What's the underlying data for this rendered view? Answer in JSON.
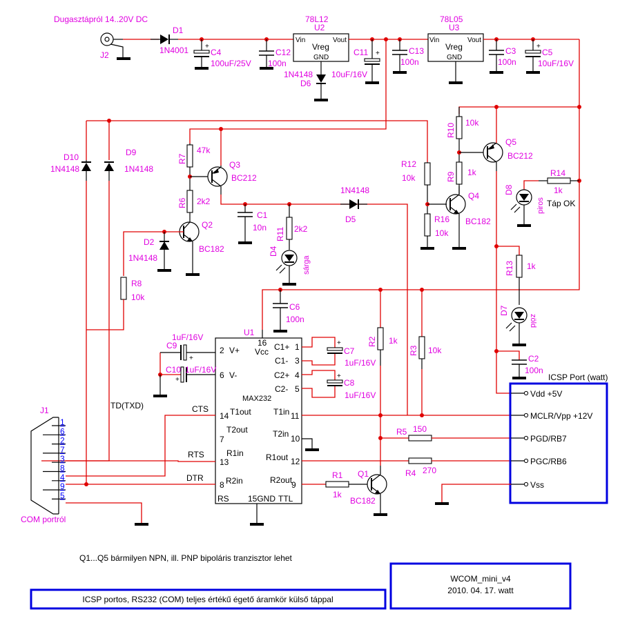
{
  "title": "ICSP portos, RS232 (COM) teljes értékű égető áramkör külső táppal",
  "title_block": {
    "name": "WCOM_mini_v4",
    "date_author": "2010. 04. 17. watt"
  },
  "note": "Q1...Q5 bármilyen NPN, ill. PNP bipoláris tranzisztor lehet",
  "power_input": {
    "label": "Dugasztápról 14..20V DC",
    "connector": "J2"
  },
  "colors": {
    "wire": "#e00000",
    "label": "#e000e0",
    "frame": "#0000e0",
    "pin_number": "#0000ff"
  },
  "components": {
    "D1": {
      "ref": "D1",
      "value": "1N4001"
    },
    "C4": {
      "ref": "C4",
      "value": "100uF/25V"
    },
    "C12": {
      "ref": "C12",
      "value": "100n"
    },
    "U2": {
      "ref": "U2",
      "value": "78L12",
      "pins": [
        "Vin",
        "Vreg",
        "GND",
        "Vout"
      ]
    },
    "D6": {
      "ref": "D6",
      "value": "1N4148"
    },
    "C11": {
      "ref": "C11",
      "value": "10uF/16V"
    },
    "C13": {
      "ref": "C13",
      "value": "100n"
    },
    "U3": {
      "ref": "U3",
      "value": "78L05",
      "pins": [
        "Vin",
        "Vreg",
        "GND",
        "Vout"
      ]
    },
    "C3": {
      "ref": "C3",
      "value": "100n"
    },
    "C5": {
      "ref": "C5",
      "value": "10uF/16V"
    },
    "D10": {
      "ref": "D10",
      "value": "1N4148"
    },
    "D9": {
      "ref": "D9",
      "value": "1N4148"
    },
    "R7": {
      "ref": "R7",
      "value": "47k"
    },
    "Q3": {
      "ref": "Q3",
      "value": "BC212"
    },
    "R6": {
      "ref": "R6",
      "value": "2k2"
    },
    "Q2": {
      "ref": "Q2",
      "value": "BC182"
    },
    "D2": {
      "ref": "D2",
      "value": "1N4148"
    },
    "R8": {
      "ref": "R8",
      "value": "10k"
    },
    "C1": {
      "ref": "C1",
      "value": "10n"
    },
    "R11": {
      "ref": "R11",
      "value": "2k2"
    },
    "D4": {
      "ref": "D4",
      "value": "sárga"
    },
    "D5": {
      "ref": "D5",
      "value": "1N4148"
    },
    "R12": {
      "ref": "R12",
      "value": "10k"
    },
    "R16": {
      "ref": "R16",
      "value": "10k"
    },
    "R10": {
      "ref": "R10",
      "value": "10k"
    },
    "R9": {
      "ref": "R9",
      "value": "1k"
    },
    "Q4": {
      "ref": "Q4",
      "value": "BC182"
    },
    "Q5": {
      "ref": "Q5",
      "value": "BC212"
    },
    "R14": {
      "ref": "R14",
      "value": "1k"
    },
    "D8": {
      "ref": "D8",
      "value": "piros",
      "note": "Táp OK"
    },
    "R13": {
      "ref": "R13",
      "value": "1k"
    },
    "D7": {
      "ref": "D7",
      "value": "zöld"
    },
    "C2": {
      "ref": "C2",
      "value": "100n"
    },
    "C6": {
      "ref": "C6",
      "value": "100n"
    },
    "C9": {
      "ref": "C9",
      "value": "1uF/16V"
    },
    "C10": {
      "ref": "C10",
      "value": "1uF/16V"
    },
    "C7": {
      "ref": "C7",
      "value": "1uF/16V"
    },
    "C8": {
      "ref": "C8",
      "value": "1uF/16V"
    },
    "R2": {
      "ref": "R2",
      "value": "1k"
    },
    "R3": {
      "ref": "R3",
      "value": "10k"
    },
    "R5": {
      "ref": "R5",
      "value": "150"
    },
    "R4": {
      "ref": "R4",
      "value": "270"
    },
    "R1": {
      "ref": "R1",
      "value": "1k"
    },
    "Q1": {
      "ref": "Q1",
      "value": "BC182"
    }
  },
  "u1": {
    "ref": "U1",
    "part": "MAX232",
    "left_pins": [
      {
        "num": "2",
        "name": "V+"
      },
      {
        "num": "6",
        "name": "V-"
      },
      {
        "num": "14",
        "name": "T1out"
      },
      {
        "num": "7",
        "name": "T2out"
      },
      {
        "num": "13",
        "name": "R1in"
      },
      {
        "num": "8",
        "name": "R2in"
      }
    ],
    "right_pins": [
      {
        "num": "1",
        "name": "C1+"
      },
      {
        "num": "3",
        "name": "C1-"
      },
      {
        "num": "4",
        "name": "C2+"
      },
      {
        "num": "5",
        "name": "C2-"
      },
      {
        "num": "11",
        "name": "T1in"
      },
      {
        "num": "10",
        "name": "T2in"
      },
      {
        "num": "12",
        "name": "R1out"
      },
      {
        "num": "9",
        "name": "R2out"
      }
    ],
    "top_pin": {
      "num": "16",
      "name": "Vcc"
    },
    "bottom": {
      "left": "RS",
      "gnd": "15GND",
      "right": "TTL"
    }
  },
  "signals": {
    "cts": "CTS",
    "rts": "RTS",
    "dtr": "DTR",
    "txd": "TD(TXD)"
  },
  "j1": {
    "ref": "J1",
    "label": "COM portról",
    "pins": [
      "1",
      "6",
      "2",
      "7",
      "3",
      "8",
      "4",
      "9",
      "5"
    ]
  },
  "icsp": {
    "title": "ICSP Port (watt)",
    "pins": [
      "Vdd +5V",
      "MCLR/Vpp +12V",
      "PGD/RB7",
      "PGC/RB6",
      "Vss"
    ]
  }
}
